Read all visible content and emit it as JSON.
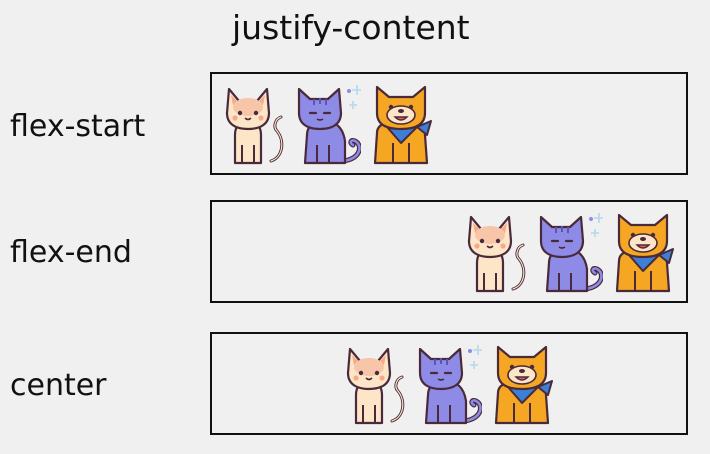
{
  "title": "justify-content",
  "rows": [
    {
      "label": "flex-start",
      "mode": "start"
    },
    {
      "label": "flex-end",
      "mode": "end"
    },
    {
      "label": "center",
      "mode": "center"
    }
  ],
  "items": [
    "cat-icon",
    "blue-cat-icon",
    "dog-icon"
  ],
  "colors": {
    "background": "#f0f0f0",
    "outline": "#4a2a3a",
    "cat_fill": "#fde6c8",
    "cat_face": "#f7c6a8",
    "blue_cat_fill": "#8e8be6",
    "dog_fill": "#f5a623",
    "bandana": "#3b7fd6"
  }
}
